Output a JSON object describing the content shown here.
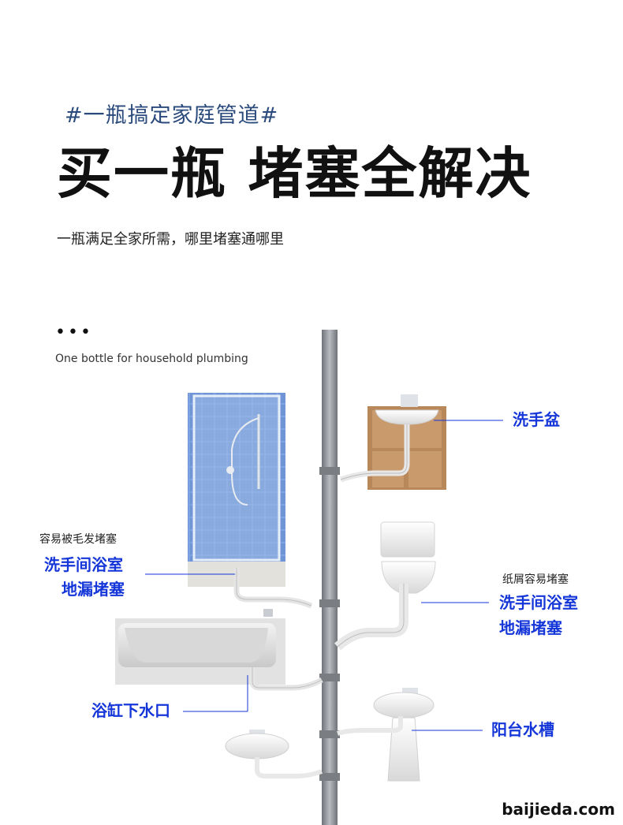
{
  "header": {
    "tag_line": "#一瓶搞定家庭管道#",
    "headline": "买一瓶 堵塞全解决",
    "subline": "一瓶满足全家所需，哪里堵塞通哪里"
  },
  "section": {
    "dots": "•••",
    "english_subtitle": "One bottle for household plumbing"
  },
  "labels": {
    "washbasin": "洗手盆",
    "shower_note": "容易被毛发堵塞",
    "shower_line1": "洗手间浴室",
    "shower_line2": "地漏堵塞",
    "toilet_note": "纸屑容易堵塞",
    "toilet_line1": "洗手间浴室",
    "toilet_line2": "地漏堵塞",
    "bathtub": "浴缸下水口",
    "balcony": "阳台水槽"
  },
  "watermark": "baijieda.com",
  "colors": {
    "accent_blue": "#1536d8",
    "tag_blue": "#2a4a7c",
    "tile_blue": "#6f95d6",
    "pipe_gray": "#8e9297",
    "cabinet_wood": "#b8875a"
  }
}
